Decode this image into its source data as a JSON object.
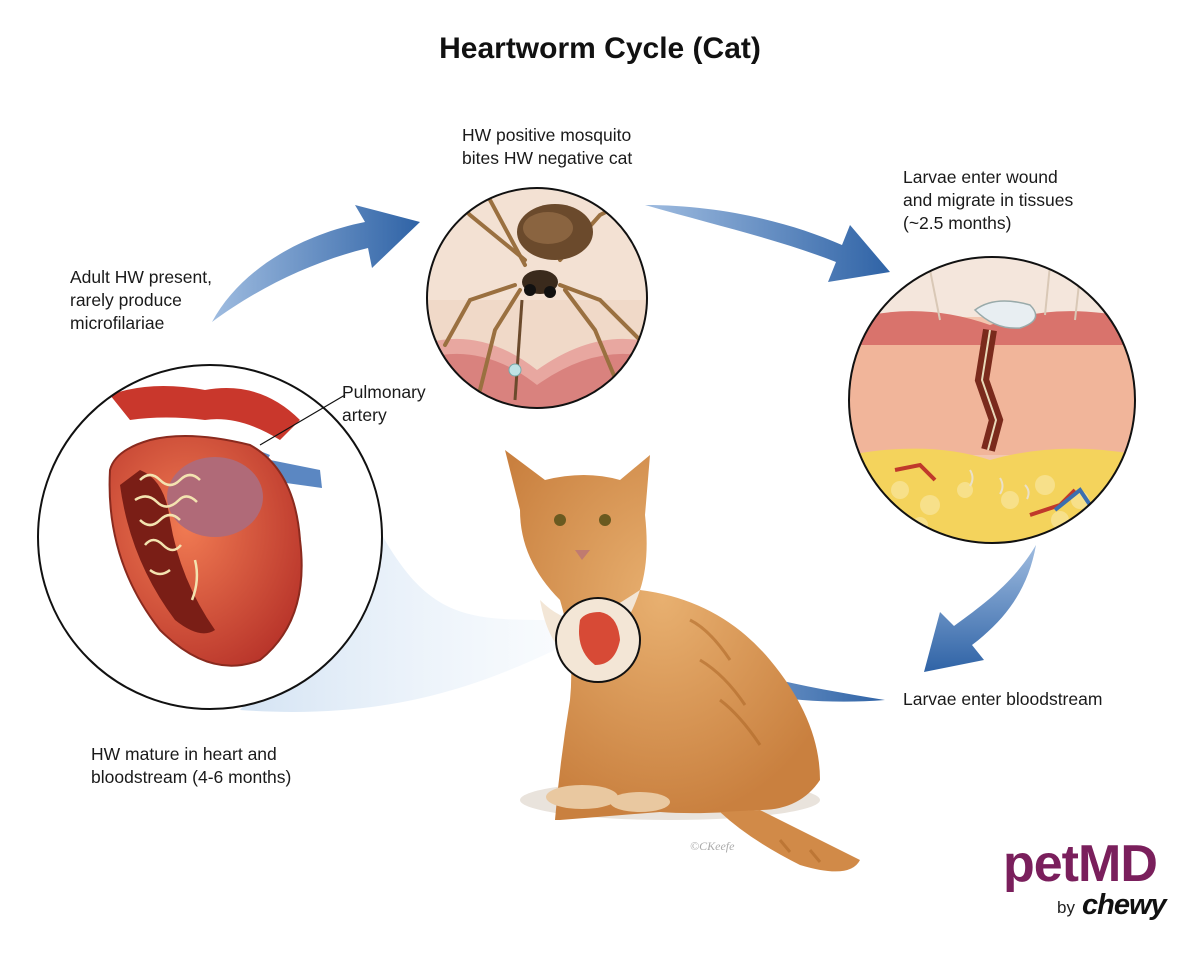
{
  "title": "Heartworm Cycle (Cat)",
  "stages": {
    "mosquito_bite": [
      "HW positive mosquito",
      "bites HW negative cat"
    ],
    "larvae_wound": [
      "Larvae enter wound",
      "and migrate in tissues",
      "(~2.5 months)"
    ],
    "larvae_blood": [
      "Larvae enter bloodstream"
    ],
    "mature": [
      "HW mature in heart and",
      "bloodstream (4-6 months)"
    ],
    "adult": [
      "Adult HW present,",
      "rarely produce",
      "microfilariae"
    ]
  },
  "callouts": {
    "pulmonary_artery": [
      "Pulmonary",
      "artery"
    ]
  },
  "logo": {
    "brand": "petMD",
    "by": "by",
    "parent": "chewy"
  },
  "colors": {
    "arrow": "#2f63a6",
    "arrow_light": "#9fbce0",
    "brand_purple": "#7a1f5c",
    "cat_fur": "#d99a55",
    "heart_red": "#c8472e"
  }
}
